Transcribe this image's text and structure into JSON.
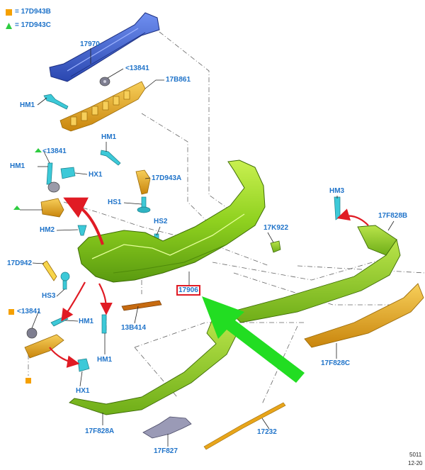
{
  "legend": [
    {
      "symbol": "square",
      "color": "#f5a000",
      "text": "= 17D943B"
    },
    {
      "symbol": "triangle",
      "color": "#2ecc40",
      "text": "= 17D943C"
    }
  ],
  "callouts": {
    "c17970": "17970",
    "c13841_top": "<13841",
    "c17B861": "17B861",
    "cHM1_top": "HM1",
    "c13841_left": "<13841",
    "cHM1_left": "HM1",
    "cHX1_top": "HX1",
    "cHM1_mid": "HM1",
    "c17D943A": "17D943A",
    "cHS1": "HS1",
    "cHM2": "HM2",
    "cHS2": "HS2",
    "c17D942": "17D942",
    "cHS3": "HS3",
    "c13841_bottom": "<13841",
    "cHM1_low": "HM1",
    "cHM1_bottom": "HM1",
    "c13B414": "13B414",
    "c17906": "17906",
    "c17K922": "17K922",
    "cHM3": "HM3",
    "c17F828B": "17F828B",
    "c17F828C": "17F828C",
    "cHX1_bottom": "HX1",
    "c17F828A": "17F828A",
    "c17F827": "17F827",
    "c17232": "17232"
  },
  "footer": {
    "code": "5011",
    "date": "12-20"
  },
  "colors": {
    "callout_text": "#1f73c9",
    "bumper_green": "#8fd11f",
    "beam_blue": "#3a5fd0",
    "bracket_orange": "#e8a51a",
    "fastener_cyan": "#3cc9d8",
    "guide_arrow_green": "#22dd22",
    "direction_arrow_red": "#e01b24",
    "highlight_box": "#e01b24"
  }
}
